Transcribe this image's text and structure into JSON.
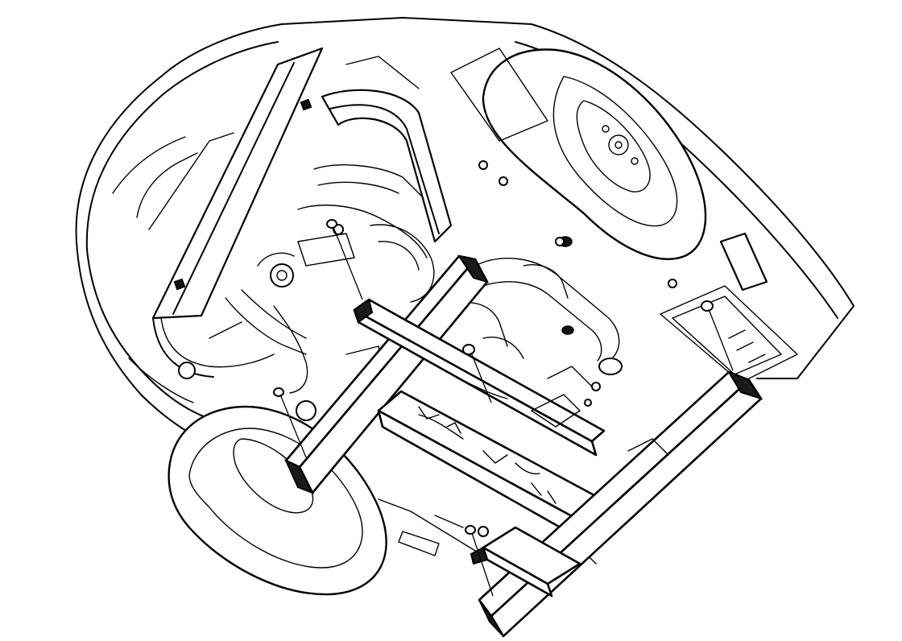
{
  "figure": {
    "subject": "vehicle-underbody-lift-points-diagram",
    "colors": {
      "line": "#000000",
      "background": "#ffffff"
    },
    "lift_points": 4,
    "lift_beams": 4
  }
}
